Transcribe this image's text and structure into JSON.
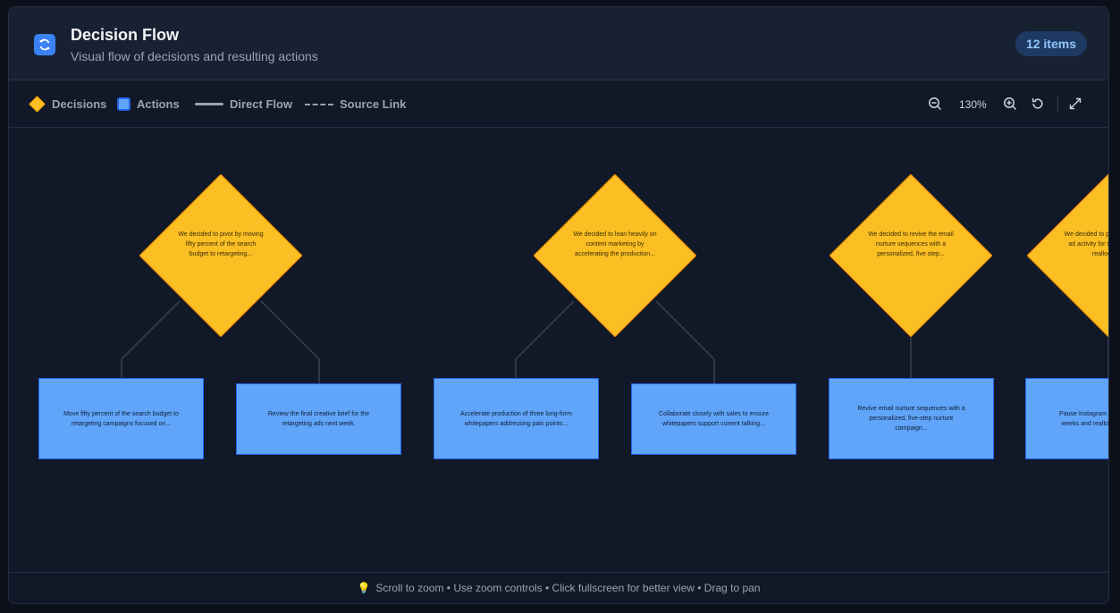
{
  "header": {
    "title": "Decision Flow",
    "subtitle": "Visual flow of decisions and resulting actions",
    "badge": "12 items",
    "icon": "refresh-icon"
  },
  "legend": {
    "decisions": "Decisions",
    "actions": "Actions",
    "direct_flow": "Direct Flow",
    "source_link": "Source Link"
  },
  "zoom": {
    "level": "130%"
  },
  "colors": {
    "decision_fill": "#fbbf24",
    "action_fill": "#60a5fa",
    "accent": "#3b82f6",
    "background": "#111827"
  },
  "flow": {
    "decisions": [
      {
        "text": "We decided to pivot by moving fifty percent of the search budget to retargeting..."
      },
      {
        "text": "We decided to lean heavily on content marketing by accelerating the production..."
      },
      {
        "text": "We decided to revive the email nurture sequences with a personalized, five step..."
      },
      {
        "text": "We decided to pause Instagram ad activity for two weeks and reallocate..."
      }
    ],
    "actions": [
      {
        "text": "Move fifty percent of the search budget to retargeting campaigns focused on..."
      },
      {
        "text": "Review the final creative brief for the retargeting ads next week."
      },
      {
        "text": "Accelerate production of three long-form whitepapers addressing pain points..."
      },
      {
        "text": "Collaborate closely with sales to ensure whitepapers support current talking..."
      },
      {
        "text": "Revive email nurture sequences with a personalized, five-step nurture campaign..."
      },
      {
        "text": "Pause Instagram ad activity for two weeks and reallocate resources..."
      }
    ]
  },
  "footer": {
    "hint": "Scroll to zoom • Use zoom controls • Click fullscreen for better view • Drag to pan"
  }
}
